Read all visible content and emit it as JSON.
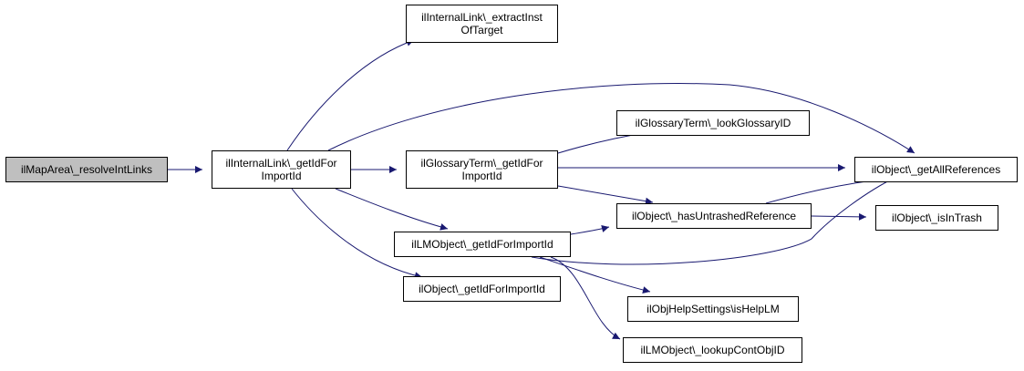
{
  "graph": {
    "nodes": [
      {
        "id": "resolveIntLinks",
        "lines": [
          "ilMapArea\\_resolveIntLinks"
        ],
        "root": true
      },
      {
        "id": "linkGetIdForImportId",
        "lines": [
          "ilInternalLink\\_getIdFor",
          "ImportId"
        ]
      },
      {
        "id": "extractInstOfTarget",
        "lines": [
          "ilInternalLink\\_extractInst",
          "OfTarget"
        ]
      },
      {
        "id": "glossaryGetIdForImportId",
        "lines": [
          "ilGlossaryTerm\\_getIdFor",
          "ImportId"
        ]
      },
      {
        "id": "lmGetIdForImportId",
        "lines": [
          "ilLMObject\\_getIdForImportId"
        ]
      },
      {
        "id": "objectGetIdForImportId",
        "lines": [
          "ilObject\\_getIdForImportId"
        ]
      },
      {
        "id": "lookGlossaryID",
        "lines": [
          "ilGlossaryTerm\\_lookGlossaryID"
        ]
      },
      {
        "id": "hasUntrashedReference",
        "lines": [
          "ilObject\\_hasUntrashedReference"
        ]
      },
      {
        "id": "isHelpLM",
        "lines": [
          "ilObjHelpSettings\\isHelpLM"
        ]
      },
      {
        "id": "lookupContObjID",
        "lines": [
          "ilLMObject\\_lookupContObjID"
        ]
      },
      {
        "id": "getAllReferences",
        "lines": [
          "ilObject\\_getAllReferences"
        ]
      },
      {
        "id": "isInTrash",
        "lines": [
          "ilObject\\_isInTrash"
        ]
      }
    ],
    "edges": [
      {
        "from": "resolveIntLinks",
        "to": "linkGetIdForImportId"
      },
      {
        "from": "linkGetIdForImportId",
        "to": "extractInstOfTarget"
      },
      {
        "from": "linkGetIdForImportId",
        "to": "getAllReferences"
      },
      {
        "from": "linkGetIdForImportId",
        "to": "glossaryGetIdForImportId"
      },
      {
        "from": "linkGetIdForImportId",
        "to": "lmGetIdForImportId"
      },
      {
        "from": "linkGetIdForImportId",
        "to": "objectGetIdForImportId"
      },
      {
        "from": "glossaryGetIdForImportId",
        "to": "lookGlossaryID"
      },
      {
        "from": "glossaryGetIdForImportId",
        "to": "getAllReferences"
      },
      {
        "from": "glossaryGetIdForImportId",
        "to": "hasUntrashedReference"
      },
      {
        "from": "lmGetIdForImportId",
        "to": "hasUntrashedReference"
      },
      {
        "from": "lmGetIdForImportId",
        "to": "getAllReferences"
      },
      {
        "from": "lmGetIdForImportId",
        "to": "isHelpLM"
      },
      {
        "from": "lmGetIdForImportId",
        "to": "lookupContObjID"
      },
      {
        "from": "hasUntrashedReference",
        "to": "getAllReferences"
      },
      {
        "from": "hasUntrashedReference",
        "to": "isInTrash"
      }
    ],
    "colors": {
      "edge": "#191970",
      "node_border": "#000000",
      "node_fill": "#ffffff",
      "root_fill": "#bfbfbf",
      "text": "#000000"
    }
  }
}
